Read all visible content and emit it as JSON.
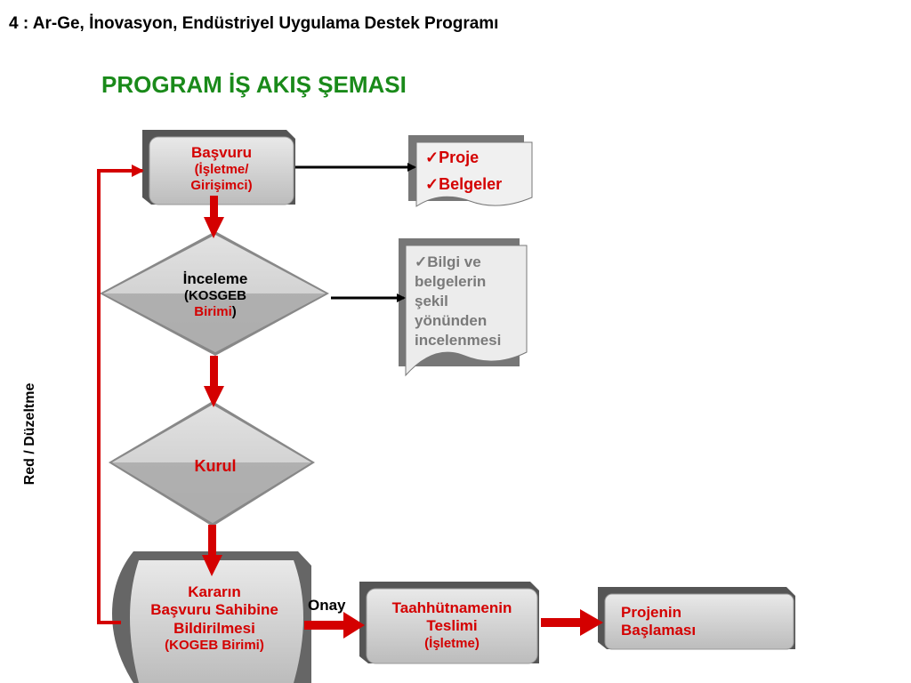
{
  "header": {
    "slide_title": "4 : Ar-Ge, İnovasyon, Endüstriyel Uygulama Destek Programı",
    "main_title": "PROGRAM İŞ AKIŞ ŞEMASI"
  },
  "side_label": "Red / Düzeltme",
  "onay_label": "Onay",
  "check_glyph": "✓",
  "colors": {
    "red": "#d40000",
    "green": "#1a8a1a",
    "box": "#d2d2d2"
  },
  "nodes": {
    "basvuru": {
      "line1": "Başvuru",
      "line2": "(İşletme/",
      "line3": "Girişimci)"
    },
    "inceleme": {
      "line1": "İnceleme",
      "line2_open": "(KOSGEB",
      "line3_red": "Birimi",
      "line3_close": ")"
    },
    "kurul": {
      "label": "Kurul"
    },
    "karar": {
      "line1": "Kararın",
      "line2": "Başvuru Sahibine",
      "line3": "Bildirilmesi",
      "line4": "(KOGEB Birimi)"
    },
    "taahhut": {
      "line1": "Taahhütnamenin",
      "line2": "Teslimi",
      "line3": "(İşletme)"
    },
    "proje": {
      "line1": "Projenin",
      "line2": "Başlaması"
    }
  },
  "docs": {
    "doc1": {
      "item1": "Proje",
      "item2": "Belgeler"
    },
    "doc2": {
      "line1": "Bilgi ve",
      "line2": "belgelerin",
      "line3": "şekil",
      "line4": "yönünden",
      "line5": "incelenmesi"
    }
  }
}
